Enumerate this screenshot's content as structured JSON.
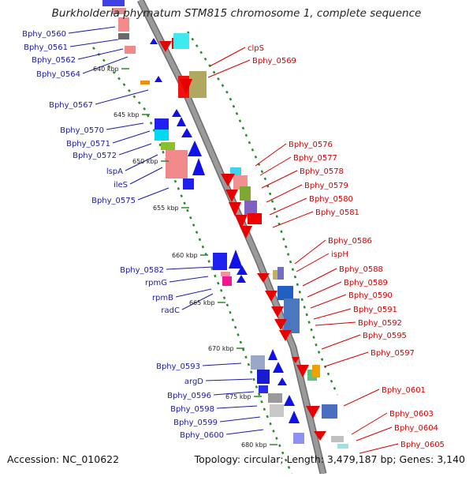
{
  "title": "Burkholderia phymatum STM815 chromosome 1, complete sequence",
  "accession": "Accession: NC_010622",
  "summary": "Topology: circular; Length: 3,479,187 bp; Genes: 3,140",
  "colors": {
    "backbone": "#9a9a9a",
    "minus_strand_gene": "#1010e8",
    "plus_strand_gene": "#e80000",
    "minus_label": "#1a1aa8",
    "plus_label": "#d40000",
    "tick_dots": "#2a8a2a"
  },
  "ticks": [
    "640 kbp",
    "645 kbp",
    "650 kbp",
    "655 kbp",
    "660 kbp",
    "665 kbp",
    "670 kbp",
    "675 kbp",
    "680 kbp"
  ],
  "left_labels": [
    "Bphy_0560",
    "Bphy_0561",
    "Bphy_0562",
    "Bphy_0564",
    "Bphy_0567",
    "Bphy_0570",
    "Bphy_0571",
    "Bphy_0572",
    "lspA",
    "ileS",
    "Bphy_0575",
    "Bphy_0582",
    "rpmG",
    "rpmB",
    "radC",
    "Bphy_0593",
    "argD",
    "Bphy_0596",
    "Bphy_0598",
    "Bphy_0599",
    "Bphy_0600"
  ],
  "right_labels": [
    "clpS",
    "Bphy_0569",
    "Bphy_0576",
    "Bphy_0577",
    "Bphy_0578",
    "Bphy_0579",
    "Bphy_0580",
    "Bphy_0581",
    "Bphy_0586",
    "ispH",
    "Bphy_0588",
    "Bphy_0589",
    "Bphy_0590",
    "Bphy_0591",
    "Bphy_0592",
    "Bphy_0595",
    "Bphy_0597",
    "Bphy_0601",
    "Bphy_0603",
    "Bphy_0604",
    "Bphy_0605"
  ]
}
